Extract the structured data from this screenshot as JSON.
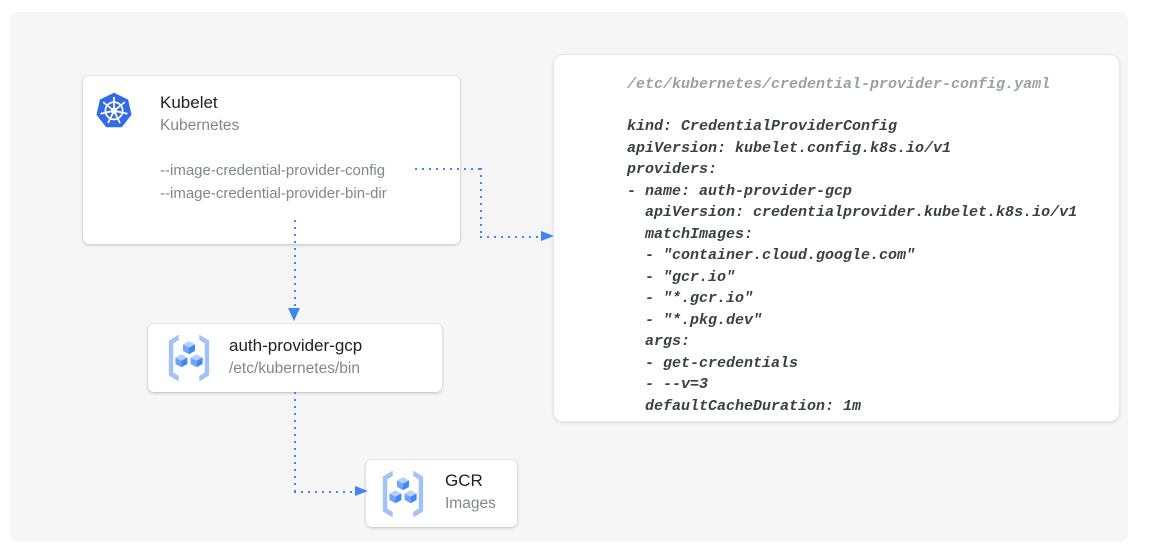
{
  "kubelet_card": {
    "title": "Kubelet",
    "subtitle": "Kubernetes",
    "flags": [
      "--image-credential-provider-config",
      "--image-credential-provider-bin-dir"
    ]
  },
  "auth_provider_card": {
    "title": "auth-provider-gcp",
    "subtitle": "/etc/kubernetes/bin"
  },
  "gcr_card": {
    "title": "GCR",
    "subtitle": "Images"
  },
  "config_panel": {
    "filename": "/etc/kubernetes/credential-provider-config.yaml",
    "yaml": "kind: CredentialProviderConfig\napiVersion: kubelet.config.k8s.io/v1\nproviders:\n- name: auth-provider-gcp\n  apiVersion: credentialprovider.kubelet.k8s.io/v1\n  matchImages:\n  - \"container.cloud.google.com\"\n  - \"gcr.io\"\n  - \"*.gcr.io\"\n  - \"*.pkg.dev\"\n  args:\n  - get-credentials\n  - --v=3\n  defaultCacheDuration: 1m"
  },
  "icons": {
    "kubelet": "kubernetes-icon",
    "auth_provider": "gcr-registry-icon",
    "gcr": "gcr-registry-icon"
  },
  "colors": {
    "arrow_blue": "#4285f4",
    "kubernetes_blue": "#326ce5",
    "icon_bracket_blue": "#a0c1f9",
    "cube_top_blue": "#b6d0fc",
    "cube_left_blue": "#6fa3f8",
    "cube_right_blue": "#4285f4",
    "text_dark": "#212121",
    "text_gray": "#82868b",
    "code_filename_gray": "#9aa0a6",
    "code_text_dark": "#3c4043",
    "canvas_bg": "#f6f6f6"
  }
}
